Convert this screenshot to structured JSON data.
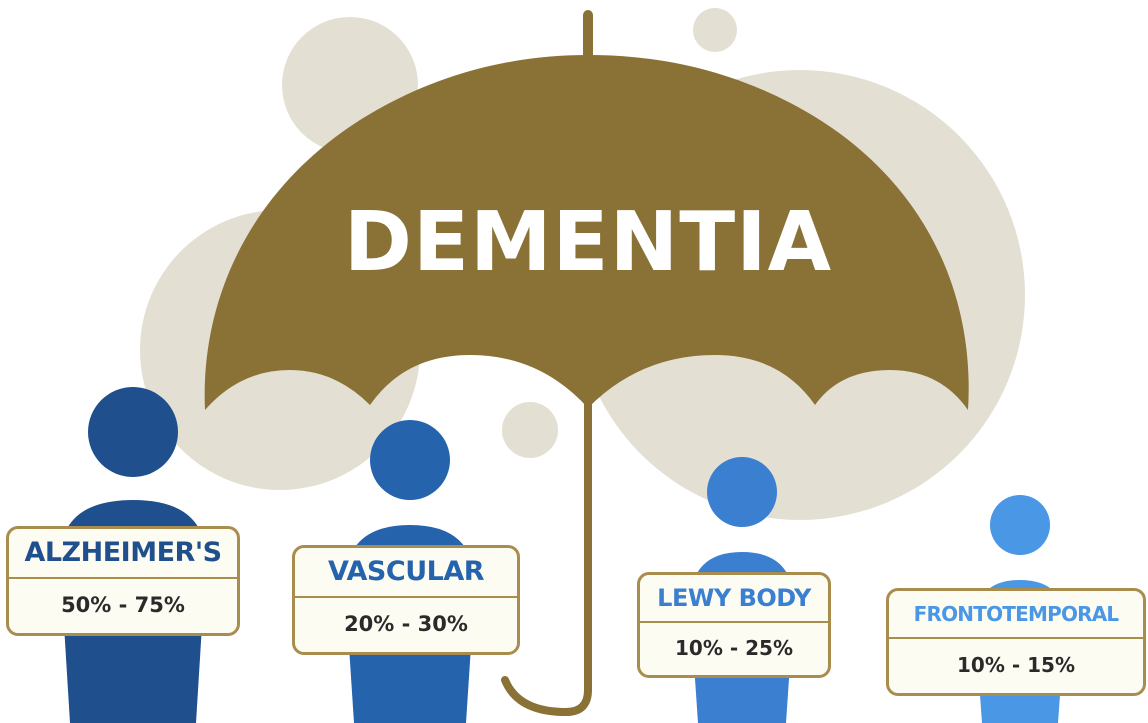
{
  "title": "DEMENTIA",
  "colors": {
    "umbrella": "#8a7236",
    "bubble": "#e4dfd3",
    "card_fill": "#fdfcf3",
    "card_border": "#a98d4e",
    "alzheimers": "#1f4f8c",
    "vascular": "#2563ad",
    "lewy": "#3a7fd0",
    "frontotemporal": "#4a97e6"
  },
  "types": [
    {
      "name": "ALZHEIMER'S",
      "range": "50% - 75%",
      "color": "#1f4f8c",
      "icon": "person-icon"
    },
    {
      "name": "VASCULAR",
      "range": "20% - 30%",
      "color": "#2563ad",
      "icon": "person-icon"
    },
    {
      "name": "LEWY BODY",
      "range": "10% - 25%",
      "color": "#3a7fd0",
      "icon": "person-icon"
    },
    {
      "name": "FRONTOTEMPORAL",
      "range": "10% - 15%",
      "color": "#4a97e6",
      "icon": "person-icon"
    }
  ]
}
